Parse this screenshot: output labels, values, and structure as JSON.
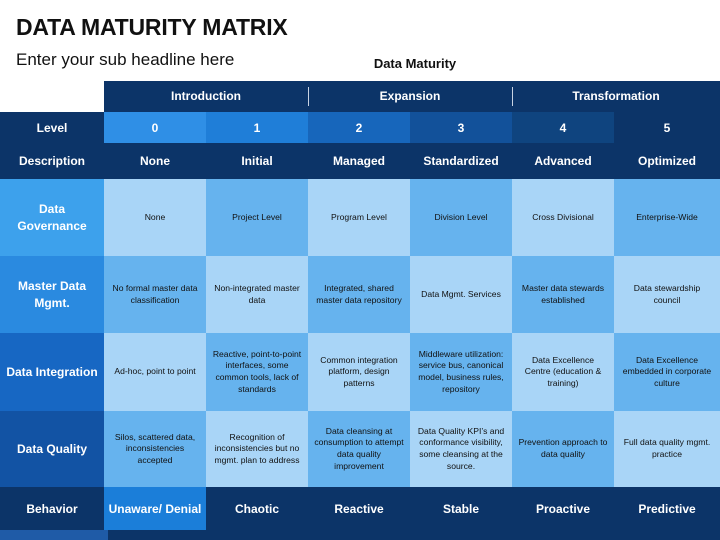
{
  "title": "DATA MATURITY MATRIX",
  "subtitle": "Enter your sub headline here",
  "maturity_label": "Data Maturity",
  "phases": [
    "Introduction",
    "Expansion",
    "Transformation"
  ],
  "level_row": {
    "label": "Level",
    "values": [
      "0",
      "1",
      "2",
      "3",
      "4",
      "5"
    ]
  },
  "description_row": {
    "label": "Description",
    "values": [
      "None",
      "Initial",
      "Managed",
      "Standardized",
      "Advanced",
      "Optimized"
    ]
  },
  "rows": [
    {
      "label": "Data Governance",
      "cells": [
        "None",
        "Project Level",
        "Program Level",
        "Division Level",
        "Cross Divisional",
        "Enterprise-Wide"
      ]
    },
    {
      "label": "Master Data Mgmt.",
      "cells": [
        "No formal master data classification",
        "Non-integrated master data",
        "Integrated, shared master data repository",
        "Data Mgmt. Services",
        "Master data stewards established",
        "Data stewardship council"
      ]
    },
    {
      "label": "Data Integration",
      "cells": [
        "Ad-hoc, point to point",
        "Reactive, point-to-point interfaces, some common tools, lack of standards",
        "Common integration platform, design patterns",
        "Middleware utilization: service bus, canonical model, business rules, repository",
        "Data Excellence Centre (education & training)",
        "Data Excellence embedded in corporate culture"
      ]
    },
    {
      "label": "Data Quality",
      "cells": [
        "Silos, scattered data, inconsistencies accepted",
        "Recognition of inconsistencies but no mgmt. plan to address",
        "Data cleansing at consumption to attempt data quality improvement",
        "Data Quality KPI’s and conformance visibility, some cleansing at the source.",
        "Prevention approach to data quality",
        "Full data quality mgmt. practice"
      ]
    }
  ],
  "behavior_row": {
    "label": "Behavior",
    "values": [
      "Unaware/ Denial",
      "Chaotic",
      "Reactive",
      "Stable",
      "Proactive",
      "Predictive"
    ]
  },
  "colors": {
    "navy": "#0c3468",
    "level_cols": [
      "#2f8fe6",
      "#1f7ed8",
      "#1766bb",
      "#12519a",
      "#0f447f",
      "#0c3468"
    ],
    "desc_bg": "#0c3468",
    "row_label_bg": [
      "#3da1ec",
      "#2a8ae0",
      "#1767c3",
      "#1253a4"
    ],
    "body_light": "#a9d5f7",
    "body_mid": "#66b3ee",
    "behavior_bg": "#1b7ed9"
  }
}
